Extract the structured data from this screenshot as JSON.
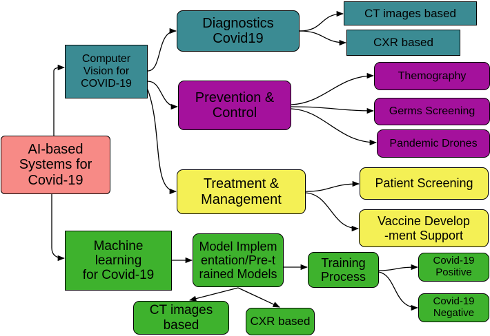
{
  "colors": {
    "root": "#f78a86",
    "computer_vision": "#3b8b93",
    "prevention": "#a4119c",
    "treatment": "#f4f055",
    "machine_learning": "#3eb22d"
  },
  "root": {
    "label": "AI-based\nSystems for\nCovid-19"
  },
  "computer_vision": {
    "label": "Computer\nVision for\nCOVID-19",
    "diagnostics": {
      "label": "Diagnostics\nCovid19",
      "children": [
        "CT images based",
        "CXR based"
      ]
    },
    "prevention": {
      "label": "Prevention &\nControl",
      "children": [
        "Themography",
        "Germs Screening",
        "Pandemic Drones"
      ]
    },
    "treatment": {
      "label": "Treatment &\nManagement",
      "children": [
        "Patient Screening",
        "Vaccine Develop\n-ment Support"
      ]
    }
  },
  "machine_learning": {
    "label": "Machine\nlearning\nfor Covid-19",
    "model": {
      "label": "Model Implem\nentation/Pre-t\nrained Models",
      "children": [
        "CT images\nbased",
        "CXR based"
      ]
    },
    "training": {
      "label": "Training\nProcess",
      "children": [
        "Covid-19\nPositive",
        "Covid-19\nNegative"
      ]
    }
  }
}
